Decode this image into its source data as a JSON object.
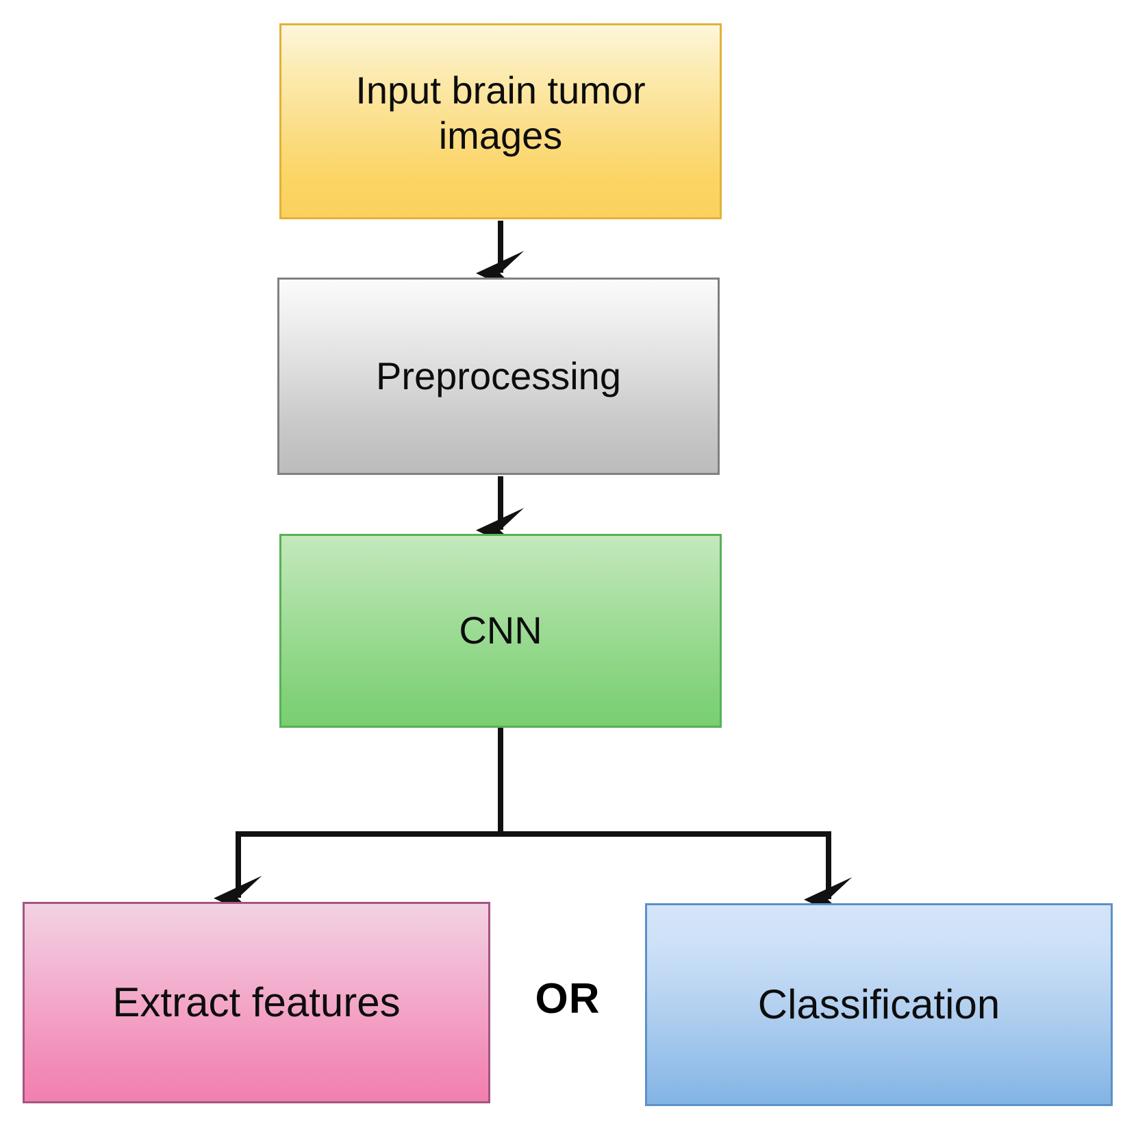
{
  "diagram": {
    "title": "Brain tumor CNN pipeline flowchart",
    "type": "flowchart",
    "orientation": "top-to-bottom",
    "nodes": [
      {
        "id": "input",
        "label": "Input brain tumor images",
        "shape": "rectangle",
        "fill_top": "#fdf6dc",
        "fill_bottom": "#fbd15c",
        "border_color": "#e2b03a"
      },
      {
        "id": "preprocessing",
        "label": "Preprocessing",
        "shape": "rectangle",
        "fill_top": "#fbfbfb",
        "fill_bottom": "#bcbcbc",
        "border_color": "#808080"
      },
      {
        "id": "cnn",
        "label": "CNN",
        "shape": "rectangle",
        "fill_top": "#c4e8bd",
        "fill_bottom": "#79cf70",
        "border_color": "#57b155"
      },
      {
        "id": "extract",
        "label": "Extract features",
        "shape": "rectangle",
        "fill_top": "#f3d2e2",
        "fill_bottom": "#f180ae",
        "border_color": "#a4557f"
      },
      {
        "id": "classification",
        "label": "Classification",
        "shape": "rectangle",
        "fill_top": "#d5e5f8",
        "fill_bottom": "#82b4e4",
        "border_color": "#5b90ca"
      }
    ],
    "connector_label": "OR",
    "edges": [
      {
        "from": "input",
        "to": "preprocessing",
        "style": "arrow-down"
      },
      {
        "from": "preprocessing",
        "to": "cnn",
        "style": "arrow-down"
      },
      {
        "from": "cnn",
        "to": "extract",
        "style": "elbow-arrow-down-left"
      },
      {
        "from": "cnn",
        "to": "classification",
        "style": "elbow-arrow-down-right"
      }
    ],
    "edge_color": "#111111",
    "background": "#ffffff"
  }
}
